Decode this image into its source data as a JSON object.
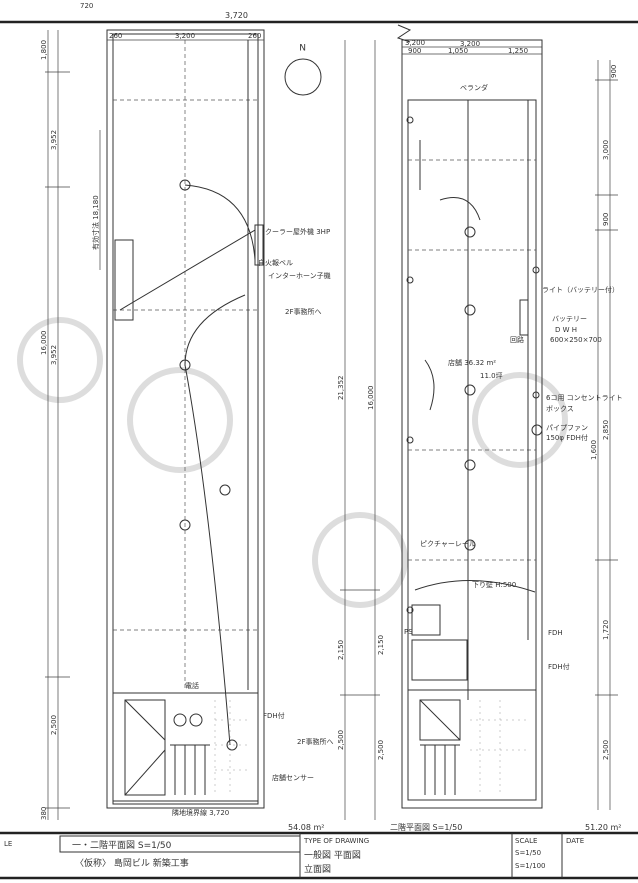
{
  "drawing": {
    "top_dimension": "3,720",
    "top_left_marker": "720",
    "north_label": "N",
    "left_plan": {
      "dims_top": [
        "260",
        "3,200",
        "260"
      ],
      "dims_left": [
        "1,800",
        "3,952",
        "16,000",
        "3,952",
        "2,500",
        "380"
      ],
      "dims_inner": "有効寸法 18,180",
      "dims_mid": [
        "21,352",
        "16,000",
        "2,150",
        "2,500"
      ],
      "bottom_dimension": "隣地境界線 3,720",
      "area": "54.08 m²",
      "labels": {
        "cooler": "クーラー屋外機 3HP",
        "bell": "自火報ベル",
        "intercom": "インターホーン子機",
        "to_2f_a": "2F事務所へ",
        "phone": "電話",
        "fdh": "FDH付",
        "to_2f_b": "2F事務所へ",
        "sensor": "店舗センサー"
      }
    },
    "right_plan": {
      "dims_top": [
        "3,200",
        "900",
        "1,050",
        "1,250"
      ],
      "dims_right": [
        "900",
        "3,000",
        "900",
        "2,850",
        "1,600",
        "1,720",
        "2,500"
      ],
      "dims_left": [
        "2,150",
        "2,500"
      ],
      "area": "51.20 m²",
      "labels": {
        "veranda": "ベランダ",
        "light": "ライト（バッテリー付）",
        "battery": "バッテリー",
        "battery_dims_head": "D    W    H",
        "battery_dims": "600×250×700",
        "circuit": "回路",
        "shop_area": "店舗 36.32 m²",
        "tsubo": "11.0坪",
        "outlet": "6コ用 コンセントライト",
        "outlet2": "ボックス",
        "pipefan": "パイプファン",
        "pipefan2": "150φ FDH付",
        "picture_rail": "ピクチャーレール",
        "drop_wall": "下り壁 H:500",
        "fdh1": "FDH",
        "fdh2": "FDH付",
        "ps": "PS",
        "plan_title": "二階平面図 S=1/50"
      }
    }
  },
  "title_block": {
    "title_label": "LE",
    "title_line1": "一・二階平面図 S=1/50",
    "title_line2": "〈仮称〉 島岡ビル 新築工事",
    "type_label": "TYPE OF DRAWING",
    "type_line1": "一般図 平面図",
    "type_line2": "立面図",
    "scale_label": "SCALE",
    "scale_line1": "S=1/50",
    "scale_line2": "S=1/100",
    "date_label": "DATE"
  }
}
